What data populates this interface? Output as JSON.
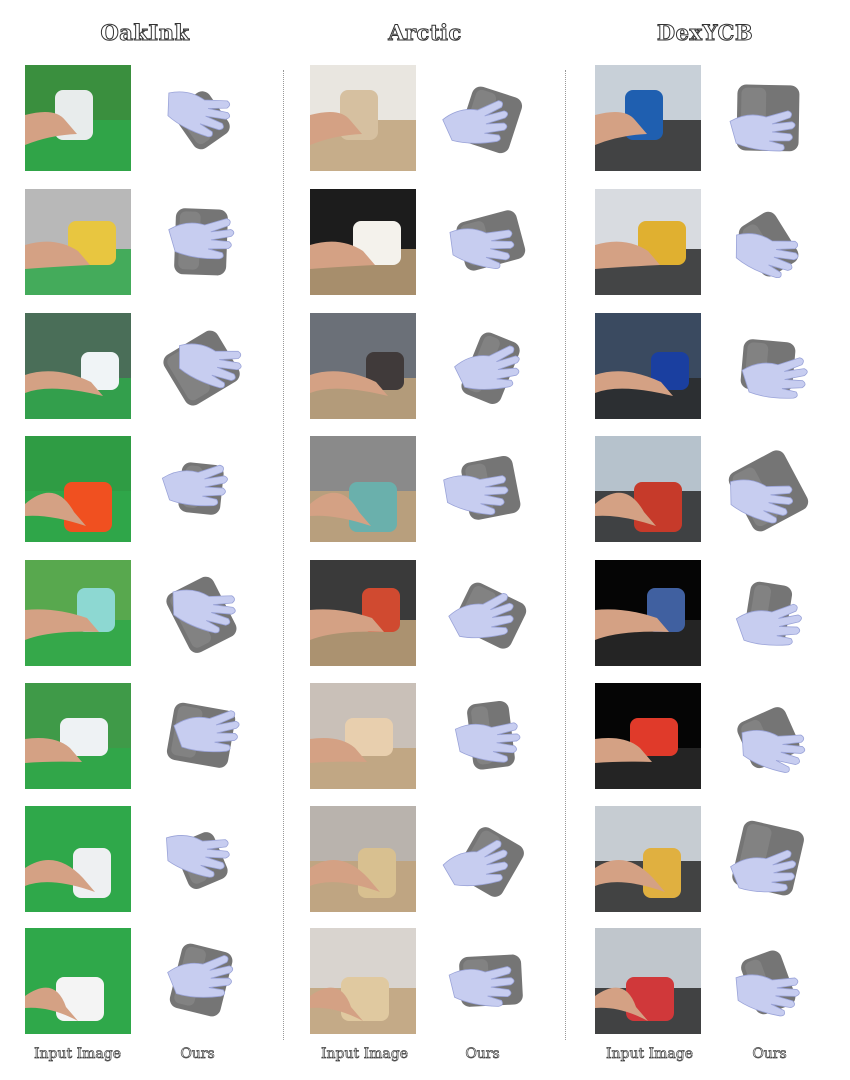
{
  "headers": {
    "oakink": "OakInk",
    "arctic": "Arctic",
    "dexycb": "DexYCB"
  },
  "footers": [
    {
      "input": "Input Image",
      "ours": "Ours"
    },
    {
      "input": "Input Image",
      "ours": "Ours"
    },
    {
      "input": "Input Image",
      "ours": "Ours"
    }
  ],
  "colors": {
    "hand": "#c7cdf0",
    "object": "#757575",
    "green_screen": "#2fa84a",
    "background": "#ffffff"
  },
  "rows_per_column": 8
}
